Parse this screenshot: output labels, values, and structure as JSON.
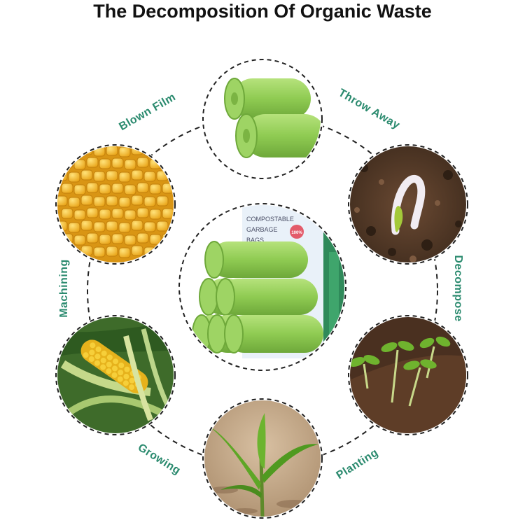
{
  "title": "The Decomposition Of Organic Waste",
  "label_color": "#2a8a6e",
  "stages": [
    {
      "label": "Blown Film"
    },
    {
      "label": "Throw Away"
    },
    {
      "label": "Decompose"
    },
    {
      "label": "Planting"
    },
    {
      "label": "Growing"
    },
    {
      "label": "Machining"
    }
  ],
  "package": {
    "line1": "COMPOSTABLE",
    "line2": "GARBAGE",
    "line3": "BAGS",
    "badge": "100%"
  },
  "images": [
    {
      "name": "green-bag-rolls-photo"
    },
    {
      "name": "sprouting-seed-photo"
    },
    {
      "name": "seedlings-in-soil-photo"
    },
    {
      "name": "young-corn-plant-photo"
    },
    {
      "name": "corn-cob-photo"
    },
    {
      "name": "corn-kernels-photo"
    },
    {
      "name": "compostable-bags-product-photo"
    }
  ]
}
